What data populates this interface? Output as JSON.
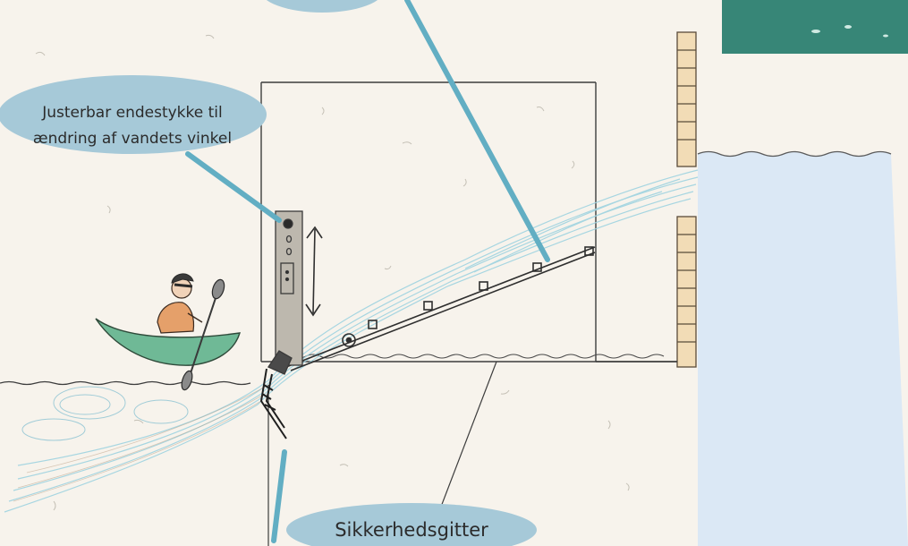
{
  "callouts": {
    "adjustable_end_piece": {
      "line1": "Justerbar endestykke til",
      "line2": "ændring af vandets vinkel"
    },
    "safety_grate": {
      "label": "Sikkerhedsgitter"
    }
  },
  "colors": {
    "paper": "#f7f3ec",
    "callout_fill": "#a6c9d8",
    "leader_line": "#62aec3",
    "water_body": "#dbe8f5",
    "water_jet": "#9fd3e0",
    "wall_brick": "#f2dcb6",
    "photo_inset": "#3f8f7a",
    "kayak": "#6fb996",
    "paddler_shirt": "#e5a06a"
  },
  "icons": [
    "kayak-paddler-icon",
    "up-down-arrow-icon"
  ]
}
